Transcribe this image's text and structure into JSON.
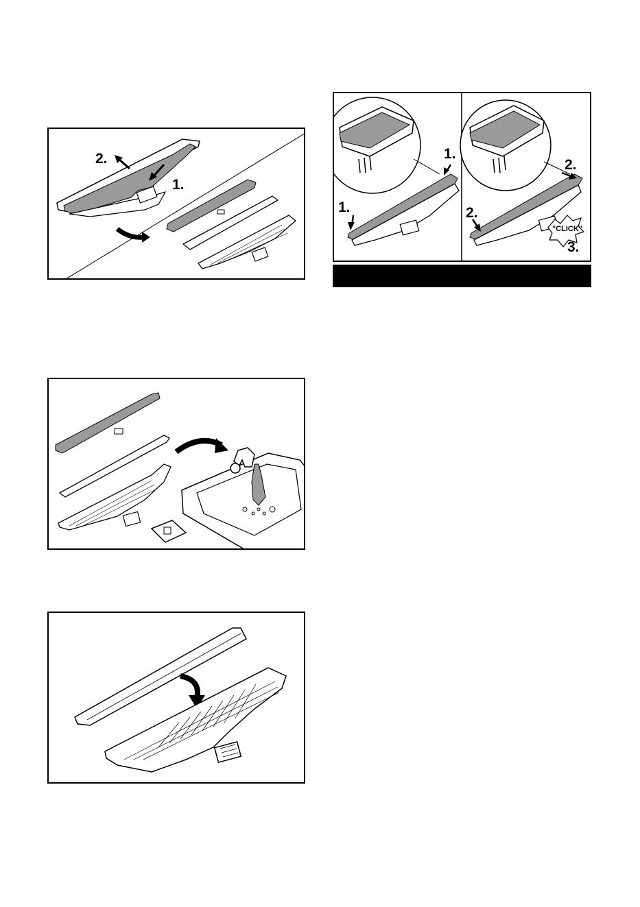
{
  "figure_remove": {
    "step_1": "1.",
    "step_2": "2."
  },
  "figure_attach": {
    "step_1_left": "1.",
    "step_1_right": "1.",
    "step_2_left": "2.",
    "step_2_right": "2.",
    "step_3": "3.",
    "click_text": "\"CLICK\""
  },
  "colors": {
    "cover_gray": "#9a9a9a",
    "line": "#000000",
    "caption_bar": "#000000"
  }
}
